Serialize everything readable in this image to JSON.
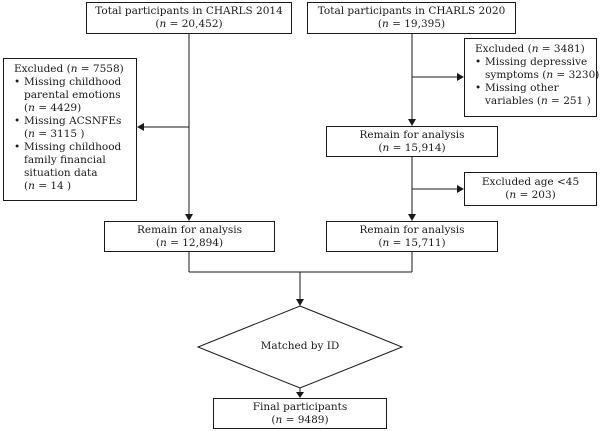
{
  "total_2014": {
    "title": "Total participants in CHARLS 2014",
    "n_prefix": "(",
    "n_sym": "n",
    "n_value": " = 20,452)"
  },
  "total_2020": {
    "title": "Total participants in CHARLS 2020",
    "n_prefix": "(",
    "n_sym": "n",
    "n_value": " = 19,395)"
  },
  "excluded_2014": {
    "header_prefix": "Excluded (",
    "header_sym": "n",
    "header_value": " = 7558)",
    "items": [
      {
        "lines": [
          "Missing childhood",
          "parental emotions"
        ],
        "n_prefix": "(",
        "n_sym": "n",
        "n_value": " = 4429)"
      },
      {
        "lines": [
          "Missing ACSNFEs"
        ],
        "n_prefix": "(",
        "n_sym": "n",
        "n_value": " = 3115 )"
      },
      {
        "lines": [
          "Missing childhood",
          "family financial",
          "situation data"
        ],
        "n_prefix": "(",
        "n_sym": "n",
        "n_value": " = 14 )"
      }
    ]
  },
  "excluded_2020": {
    "header_prefix": "Excluded (",
    "header_sym": "n",
    "header_value": " = 3481)",
    "items": [
      {
        "line1": "Missing depressive",
        "line2": "symptoms (",
        "n_sym": "n",
        "n_value": " = 3230)"
      },
      {
        "line1": "Missing other",
        "line2": "variables (",
        "n_sym": "n",
        "n_value": " = 251 )"
      }
    ]
  },
  "remain_2020_first": {
    "title": "Remain for analysis",
    "n_prefix": "(",
    "n_sym": "n",
    "n_value": " = 15,914)"
  },
  "excluded_age": {
    "title": "Excluded age <45",
    "n_prefix": "(",
    "n_sym": "n",
    "n_value": " = 203)"
  },
  "remain_2014": {
    "title": "Remain for analysis",
    "n_prefix": "(",
    "n_sym": "n",
    "n_value": " = 12,894)"
  },
  "remain_2020_second": {
    "title": "Remain for analysis",
    "n_prefix": "(",
    "n_sym": "n",
    "n_value": " = 15,711)"
  },
  "matched": {
    "label": "Matched by ID"
  },
  "final": {
    "title": "Final participants",
    "n_prefix": "(",
    "n_sym": "n",
    "n_value": " = 9489)"
  },
  "colors": {
    "stroke": "#1a1a1a",
    "background": "#ffffff"
  }
}
